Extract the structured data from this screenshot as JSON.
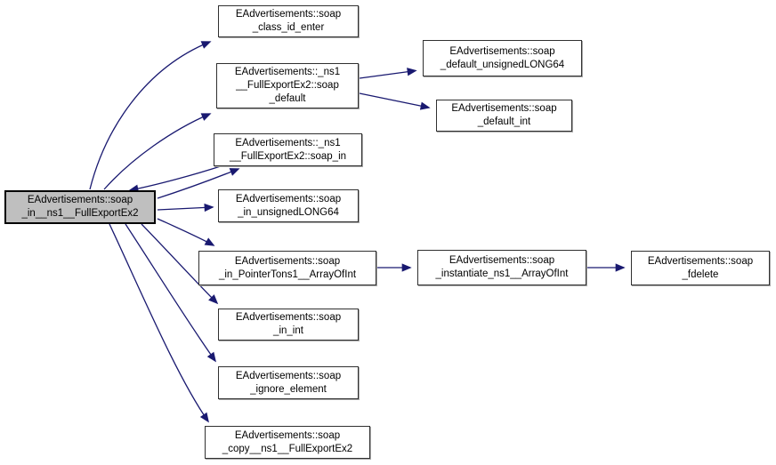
{
  "diagram": {
    "type": "call-graph",
    "tool_style": "doxygen-graphviz",
    "colors": {
      "background": "#ffffff",
      "edge": "#191970",
      "node_border": "#303030",
      "node_fill": "#ffffff",
      "root_fill": "#bfbfbf",
      "text": "#000000"
    }
  },
  "nodes": {
    "root": {
      "label": "EAdvertisements::soap_in__ns1__FullExportEx2",
      "lines": [
        "EAdvertisements::soap",
        "_in__ns1__FullExportEx2"
      ]
    },
    "class_id_enter": {
      "label": "EAdvertisements::soap_class_id_enter",
      "lines": [
        "EAdvertisements::soap",
        "_class_id_enter"
      ]
    },
    "soap_default": {
      "label": "EAdvertisements::_ns1__FullExportEx2::soap_default",
      "lines": [
        "EAdvertisements::_ns1",
        "__FullExportEx2::soap",
        "_default"
      ]
    },
    "soap_in": {
      "label": "EAdvertisements::_ns1__FullExportEx2::soap_in",
      "lines": [
        "EAdvertisements::_ns1",
        "__FullExportEx2::soap_in"
      ]
    },
    "in_unsignedLONG64": {
      "label": "EAdvertisements::soap_in_unsignedLONG64",
      "lines": [
        "EAdvertisements::soap",
        "_in_unsignedLONG64"
      ]
    },
    "in_PointerTons1_ArrayOfInt": {
      "label": "EAdvertisements::soap_in_PointerTons1__ArrayOfInt",
      "lines": [
        "EAdvertisements::soap",
        "_in_PointerTons1__ArrayOfInt"
      ]
    },
    "in_int": {
      "label": "EAdvertisements::soap_in_int",
      "lines": [
        "EAdvertisements::soap",
        "_in_int"
      ]
    },
    "ignore_element": {
      "label": "EAdvertisements::soap_ignore_element",
      "lines": [
        "EAdvertisements::soap",
        "_ignore_element"
      ]
    },
    "copy": {
      "label": "EAdvertisements::soap_copy__ns1__FullExportEx2",
      "lines": [
        "EAdvertisements::soap",
        "_copy__ns1__FullExportEx2"
      ]
    },
    "default_unsignedLONG64": {
      "label": "EAdvertisements::soap_default_unsignedLONG64",
      "lines": [
        "EAdvertisements::soap",
        "_default_unsignedLONG64"
      ]
    },
    "default_int": {
      "label": "EAdvertisements::soap_default_int",
      "lines": [
        "EAdvertisements::soap",
        "_default_int"
      ]
    },
    "instantiate_ns1_ArrayOfInt": {
      "label": "EAdvertisements::soap_instantiate_ns1__ArrayOfInt",
      "lines": [
        "EAdvertisements::soap",
        "_instantiate_ns1__ArrayOfInt"
      ]
    },
    "fdelete": {
      "label": "EAdvertisements::soap_fdelete",
      "lines": [
        "EAdvertisements::soap",
        "_fdelete"
      ]
    }
  },
  "edges": [
    {
      "from": "EAdvertisements::soap_in__ns1__FullExportEx2",
      "to": "EAdvertisements::soap_class_id_enter"
    },
    {
      "from": "EAdvertisements::soap_in__ns1__FullExportEx2",
      "to": "EAdvertisements::_ns1__FullExportEx2::soap_default"
    },
    {
      "from": "EAdvertisements::soap_in__ns1__FullExportEx2",
      "to": "EAdvertisements::_ns1__FullExportEx2::soap_in"
    },
    {
      "from": "EAdvertisements::_ns1__FullExportEx2::soap_in",
      "to": "EAdvertisements::soap_in__ns1__FullExportEx2"
    },
    {
      "from": "EAdvertisements::soap_in__ns1__FullExportEx2",
      "to": "EAdvertisements::soap_in_unsignedLONG64"
    },
    {
      "from": "EAdvertisements::soap_in__ns1__FullExportEx2",
      "to": "EAdvertisements::soap_in_PointerTons1__ArrayOfInt"
    },
    {
      "from": "EAdvertisements::soap_in__ns1__FullExportEx2",
      "to": "EAdvertisements::soap_in_int"
    },
    {
      "from": "EAdvertisements::soap_in__ns1__FullExportEx2",
      "to": "EAdvertisements::soap_ignore_element"
    },
    {
      "from": "EAdvertisements::soap_in__ns1__FullExportEx2",
      "to": "EAdvertisements::soap_copy__ns1__FullExportEx2"
    },
    {
      "from": "EAdvertisements::_ns1__FullExportEx2::soap_default",
      "to": "EAdvertisements::soap_default_unsignedLONG64"
    },
    {
      "from": "EAdvertisements::_ns1__FullExportEx2::soap_default",
      "to": "EAdvertisements::soap_default_int"
    },
    {
      "from": "EAdvertisements::soap_in_PointerTons1__ArrayOfInt",
      "to": "EAdvertisements::soap_instantiate_ns1__ArrayOfInt"
    },
    {
      "from": "EAdvertisements::soap_instantiate_ns1__ArrayOfInt",
      "to": "EAdvertisements::soap_fdelete"
    }
  ]
}
